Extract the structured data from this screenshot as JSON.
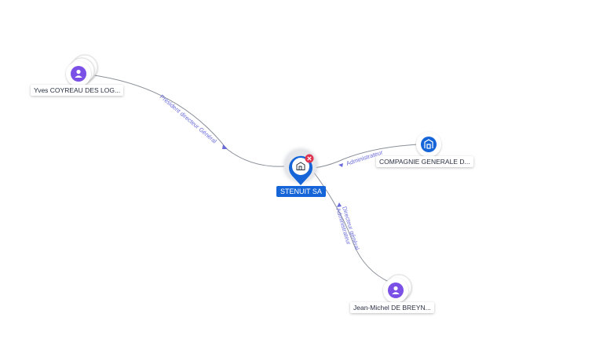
{
  "colors": {
    "person": "#7b50e6",
    "company": "#1565d8",
    "center": "#1565d8",
    "close_badge": "#e0334f",
    "edge": "#8a8f99",
    "edge_label": "#6a6bd8"
  },
  "center": {
    "label": "STENUIT SA",
    "icon": "building-icon",
    "badge_icon": "close-icon"
  },
  "nodes": [
    {
      "id": "yves",
      "type": "person",
      "icon": "person-icon",
      "label": "Yves COYREAU DES LOG..."
    },
    {
      "id": "compagnie",
      "type": "company",
      "icon": "building-icon",
      "label": "COMPAGNIE GENERALE D..."
    },
    {
      "id": "jean-michel",
      "type": "person",
      "icon": "person-icon",
      "label": "Jean-Michel DE BREYN..."
    }
  ],
  "edges": [
    {
      "from": "yves",
      "labels": [
        "Président directeur Général"
      ]
    },
    {
      "from": "compagnie",
      "labels": [
        "Administrateur"
      ]
    },
    {
      "from": "jean-michel",
      "labels": [
        "Directeur général",
        "Administrateur"
      ]
    }
  ]
}
